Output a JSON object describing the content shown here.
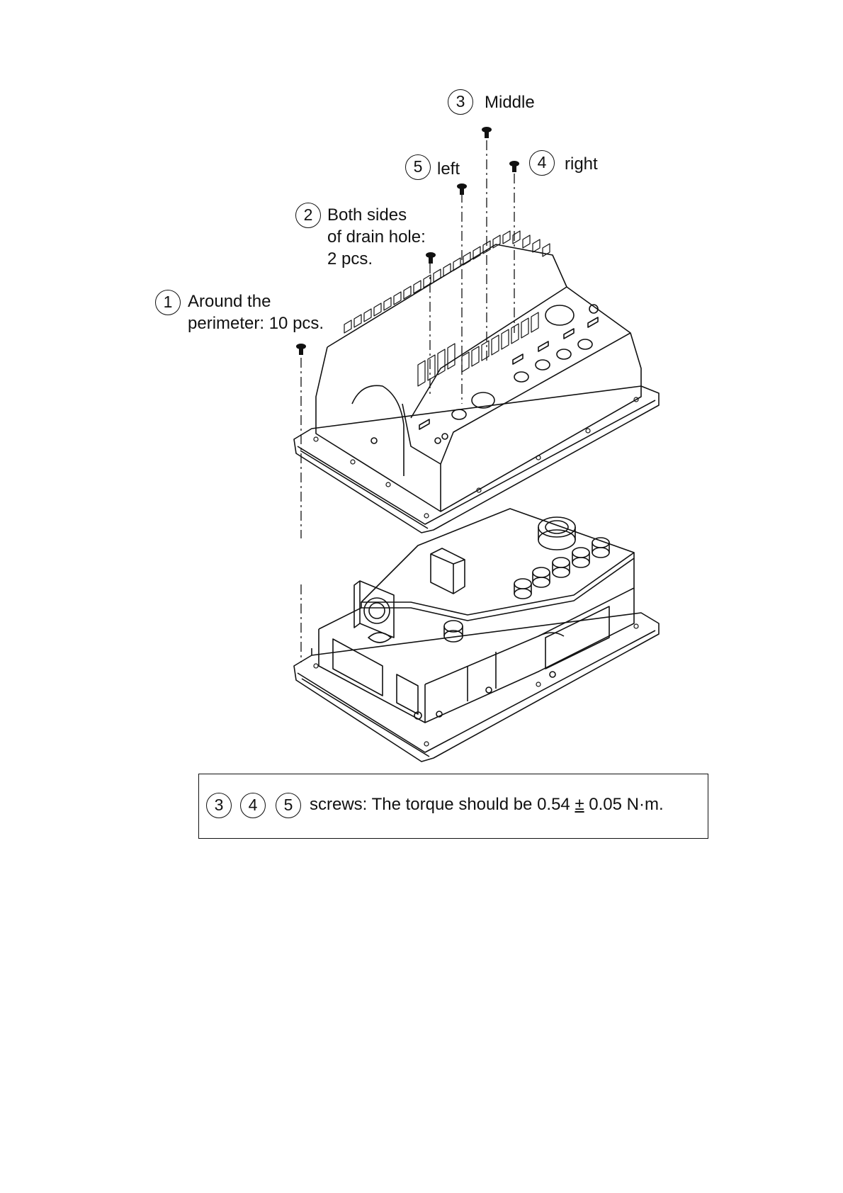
{
  "callouts": [
    {
      "num": "3",
      "text": "Middle"
    },
    {
      "num": "5",
      "text": "left"
    },
    {
      "num": "4",
      "text": "right"
    },
    {
      "num": "2",
      "lines": [
        "Both sides",
        "of drain hole:",
        "2 pcs."
      ]
    },
    {
      "num": "1",
      "lines": [
        "Around the",
        "perimeter: 10 pcs."
      ]
    }
  ],
  "note": {
    "badges": [
      "3",
      "4",
      "5"
    ],
    "text_before": "screws: The torque should be 0.54 ",
    "pm": "±",
    "text_after": " 0.05 N·m."
  }
}
